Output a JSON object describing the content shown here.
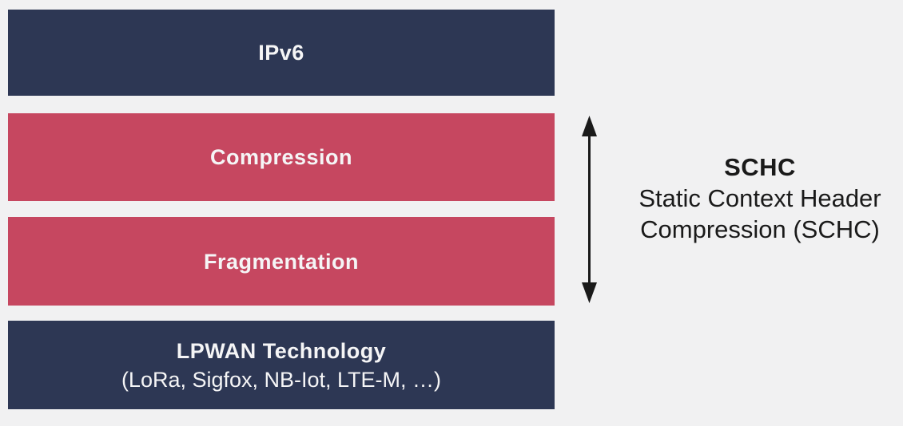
{
  "diagram": {
    "background_color": "#f1f1f2",
    "layer_text_color": "#f5f5f6",
    "navy_color": "#2d3754",
    "red_color": "#c64760",
    "layers": [
      {
        "label": "IPv6",
        "color": "#2d3754"
      },
      {
        "label": "Compression",
        "color": "#c64760"
      },
      {
        "label": "Fragmentation",
        "color": "#c64760"
      },
      {
        "label": "LPWAN Technology",
        "sublabel": "(LoRa, Sigfox, NB-Iot, LTE-M, …)",
        "color": "#2d3754"
      }
    ],
    "annotation": {
      "icon": "vertical-double-arrow",
      "arrow_color": "#1a1a1a",
      "text_color": "#1a1a1a",
      "title": "SCHC",
      "line1": "Static Context Header",
      "line2": "Compression (SCHC)"
    }
  }
}
